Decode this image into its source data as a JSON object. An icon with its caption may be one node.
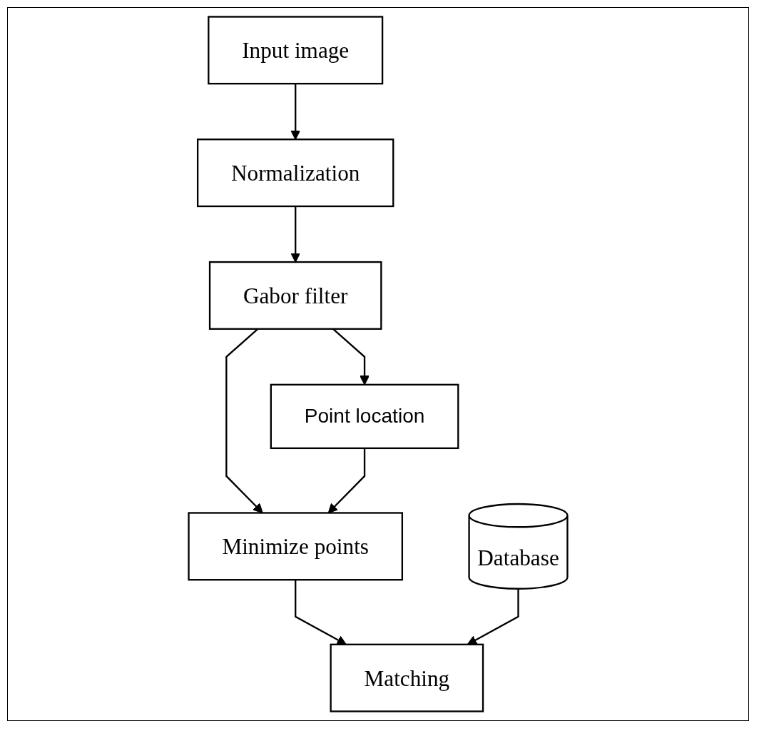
{
  "diagram": {
    "nodes": [
      {
        "text": [
          "Input image"
        ]
      },
      {
        "text": [
          "Normalization"
        ]
      },
      {
        "text": [
          "Gabor filter"
        ]
      },
      {
        "text": [
          "Point location"
        ]
      },
      {
        "text": [
          "Minimize points"
        ]
      },
      {
        "text": [
          "Matching"
        ]
      },
      {
        "text": [
          "Database"
        ]
      }
    ],
    "edges": [
      {
        "from": 0,
        "to": 1,
        "arrow": "to"
      },
      {
        "from": 1,
        "to": 2,
        "arrow": "to"
      },
      {
        "from": 2,
        "to": 3,
        "arrow": "to"
      },
      {
        "from": 2,
        "to": 4,
        "arrow": "to"
      },
      {
        "from": 3,
        "to": 4,
        "arrow": "to"
      },
      {
        "from": 4,
        "to": 5,
        "arrow": "to"
      },
      {
        "from": 6,
        "to": 5,
        "arrow": "to"
      }
    ]
  }
}
